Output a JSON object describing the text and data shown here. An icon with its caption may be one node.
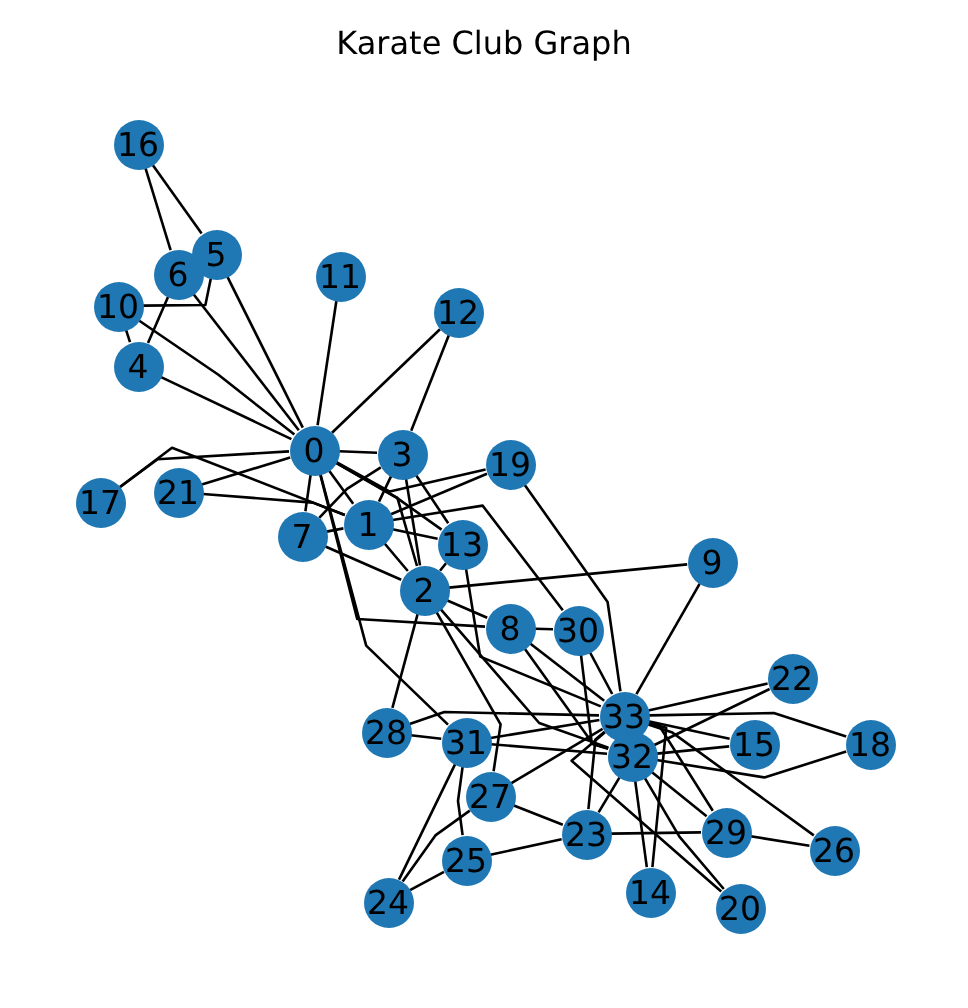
{
  "diagram": {
    "title": "Karate Club Graph",
    "nodes": [
      {
        "text": [
          "0"
        ]
      },
      {
        "text": [
          "1"
        ]
      },
      {
        "text": [
          "2"
        ]
      },
      {
        "text": [
          "3"
        ]
      },
      {
        "text": [
          "4"
        ]
      },
      {
        "text": [
          "5"
        ]
      },
      {
        "text": [
          "6"
        ]
      },
      {
        "text": [
          "7"
        ]
      },
      {
        "text": [
          "8"
        ]
      },
      {
        "text": [
          "9"
        ]
      },
      {
        "text": [
          "10"
        ]
      },
      {
        "text": [
          "11"
        ]
      },
      {
        "text": [
          "12"
        ]
      },
      {
        "text": [
          "13"
        ]
      },
      {
        "text": [
          "14"
        ]
      },
      {
        "text": [
          "15"
        ]
      },
      {
        "text": [
          "16"
        ]
      },
      {
        "text": [
          "17"
        ]
      },
      {
        "text": [
          "18"
        ]
      },
      {
        "text": [
          "19"
        ]
      },
      {
        "text": [
          "20"
        ]
      },
      {
        "text": [
          "21"
        ]
      },
      {
        "text": [
          "22"
        ]
      },
      {
        "text": [
          "23"
        ]
      },
      {
        "text": [
          "24"
        ]
      },
      {
        "text": [
          "25"
        ]
      },
      {
        "text": [
          "26"
        ]
      },
      {
        "text": [
          "27"
        ]
      },
      {
        "text": [
          "28"
        ]
      },
      {
        "text": [
          "29"
        ]
      },
      {
        "text": [
          "30"
        ]
      },
      {
        "text": [
          "31"
        ]
      },
      {
        "text": [
          "32"
        ]
      },
      {
        "text": [
          "33"
        ]
      }
    ],
    "edges": [
      {
        "from": 0,
        "to": 1,
        "arrow": "none"
      },
      {
        "from": 0,
        "to": 2,
        "arrow": "none"
      },
      {
        "from": 0,
        "to": 3,
        "arrow": "none"
      },
      {
        "from": 0,
        "to": 4,
        "arrow": "none"
      },
      {
        "from": 0,
        "to": 5,
        "arrow": "none"
      },
      {
        "from": 0,
        "to": 6,
        "arrow": "none"
      },
      {
        "from": 0,
        "to": 7,
        "arrow": "none"
      },
      {
        "from": 0,
        "to": 8,
        "arrow": "none"
      },
      {
        "from": 0,
        "to": 10,
        "arrow": "none"
      },
      {
        "from": 0,
        "to": 11,
        "arrow": "none"
      },
      {
        "from": 0,
        "to": 12,
        "arrow": "none"
      },
      {
        "from": 0,
        "to": 13,
        "arrow": "none"
      },
      {
        "from": 0,
        "to": 17,
        "arrow": "none"
      },
      {
        "from": 0,
        "to": 19,
        "arrow": "none"
      },
      {
        "from": 0,
        "to": 21,
        "arrow": "none"
      },
      {
        "from": 0,
        "to": 31,
        "arrow": "none"
      },
      {
        "from": 1,
        "to": 2,
        "arrow": "none"
      },
      {
        "from": 1,
        "to": 3,
        "arrow": "none"
      },
      {
        "from": 1,
        "to": 7,
        "arrow": "none"
      },
      {
        "from": 1,
        "to": 13,
        "arrow": "none"
      },
      {
        "from": 1,
        "to": 17,
        "arrow": "none"
      },
      {
        "from": 1,
        "to": 19,
        "arrow": "none"
      },
      {
        "from": 1,
        "to": 21,
        "arrow": "none"
      },
      {
        "from": 1,
        "to": 30,
        "arrow": "none"
      },
      {
        "from": 2,
        "to": 3,
        "arrow": "none"
      },
      {
        "from": 2,
        "to": 7,
        "arrow": "none"
      },
      {
        "from": 2,
        "to": 8,
        "arrow": "none"
      },
      {
        "from": 2,
        "to": 9,
        "arrow": "none"
      },
      {
        "from": 2,
        "to": 13,
        "arrow": "none"
      },
      {
        "from": 2,
        "to": 27,
        "arrow": "none"
      },
      {
        "from": 2,
        "to": 28,
        "arrow": "none"
      },
      {
        "from": 2,
        "to": 32,
        "arrow": "none"
      },
      {
        "from": 3,
        "to": 7,
        "arrow": "none"
      },
      {
        "from": 3,
        "to": 12,
        "arrow": "none"
      },
      {
        "from": 3,
        "to": 13,
        "arrow": "none"
      },
      {
        "from": 4,
        "to": 6,
        "arrow": "none"
      },
      {
        "from": 4,
        "to": 10,
        "arrow": "none"
      },
      {
        "from": 5,
        "to": 10,
        "arrow": "none"
      },
      {
        "from": 5,
        "to": 16,
        "arrow": "none"
      },
      {
        "from": 6,
        "to": 16,
        "arrow": "none"
      },
      {
        "from": 8,
        "to": 30,
        "arrow": "none"
      },
      {
        "from": 8,
        "to": 32,
        "arrow": "none"
      },
      {
        "from": 8,
        "to": 33,
        "arrow": "none"
      },
      {
        "from": 9,
        "to": 33,
        "arrow": "none"
      },
      {
        "from": 13,
        "to": 33,
        "arrow": "none"
      },
      {
        "from": 14,
        "to": 32,
        "arrow": "none"
      },
      {
        "from": 14,
        "to": 33,
        "arrow": "none"
      },
      {
        "from": 15,
        "to": 32,
        "arrow": "none"
      },
      {
        "from": 15,
        "to": 33,
        "arrow": "none"
      },
      {
        "from": 18,
        "to": 32,
        "arrow": "none"
      },
      {
        "from": 18,
        "to": 33,
        "arrow": "none"
      },
      {
        "from": 19,
        "to": 33,
        "arrow": "none"
      },
      {
        "from": 20,
        "to": 32,
        "arrow": "none"
      },
      {
        "from": 20,
        "to": 33,
        "arrow": "none"
      },
      {
        "from": 22,
        "to": 32,
        "arrow": "none"
      },
      {
        "from": 22,
        "to": 33,
        "arrow": "none"
      },
      {
        "from": 23,
        "to": 25,
        "arrow": "none"
      },
      {
        "from": 23,
        "to": 27,
        "arrow": "none"
      },
      {
        "from": 23,
        "to": 29,
        "arrow": "none"
      },
      {
        "from": 23,
        "to": 32,
        "arrow": "none"
      },
      {
        "from": 23,
        "to": 33,
        "arrow": "none"
      },
      {
        "from": 24,
        "to": 25,
        "arrow": "none"
      },
      {
        "from": 24,
        "to": 27,
        "arrow": "none"
      },
      {
        "from": 24,
        "to": 31,
        "arrow": "none"
      },
      {
        "from": 25,
        "to": 31,
        "arrow": "none"
      },
      {
        "from": 26,
        "to": 29,
        "arrow": "none"
      },
      {
        "from": 26,
        "to": 33,
        "arrow": "none"
      },
      {
        "from": 27,
        "to": 33,
        "arrow": "none"
      },
      {
        "from": 28,
        "to": 31,
        "arrow": "none"
      },
      {
        "from": 28,
        "to": 33,
        "arrow": "none"
      },
      {
        "from": 29,
        "to": 32,
        "arrow": "none"
      },
      {
        "from": 29,
        "to": 33,
        "arrow": "none"
      },
      {
        "from": 30,
        "to": 32,
        "arrow": "none"
      },
      {
        "from": 30,
        "to": 33,
        "arrow": "none"
      },
      {
        "from": 31,
        "to": 32,
        "arrow": "none"
      },
      {
        "from": 31,
        "to": 33,
        "arrow": "none"
      }
    ]
  }
}
